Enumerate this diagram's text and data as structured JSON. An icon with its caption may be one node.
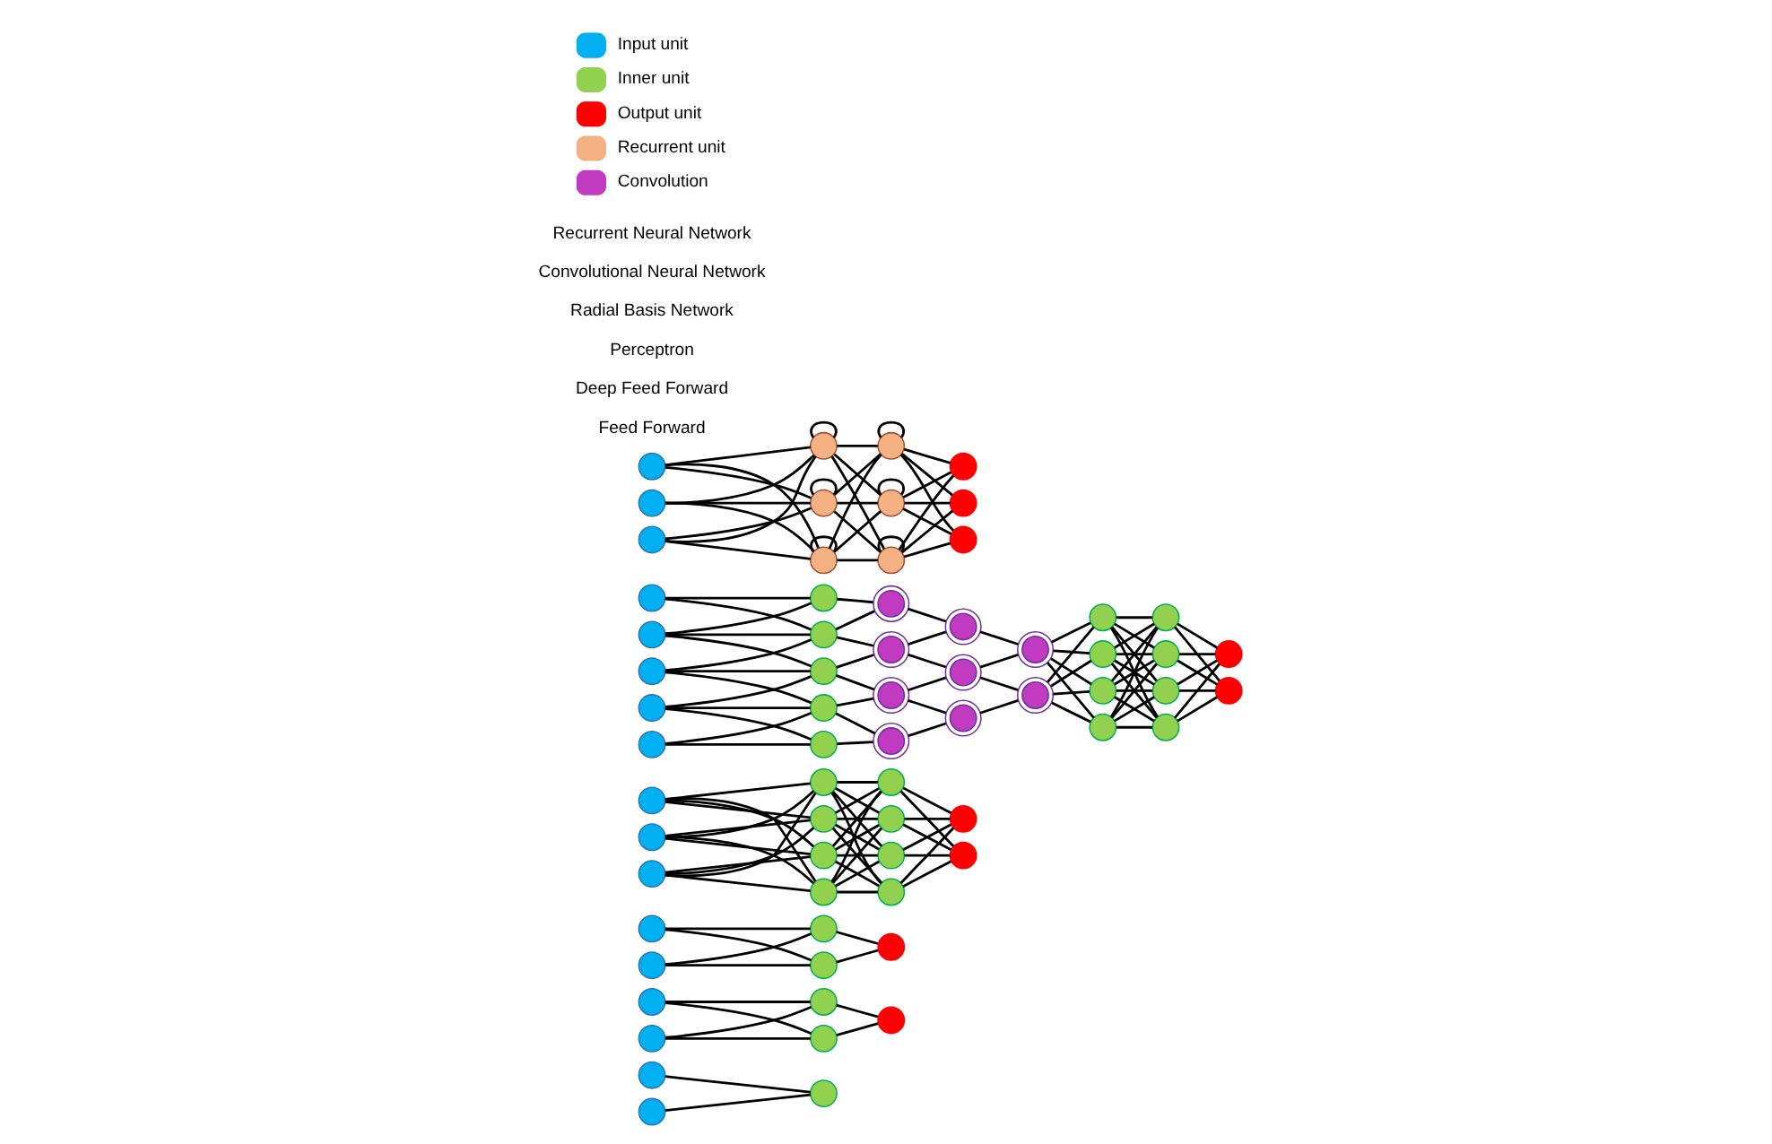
{
  "diagram": {
    "nodes": [
      {
        "text": [],
        "shape": "circle"
      },
      {
        "text": [],
        "shape": "circle"
      },
      {
        "text": [],
        "shape": "circle"
      },
      {
        "text": [],
        "shape": "circle"
      },
      {
        "text": [],
        "shape": "circle"
      },
      {
        "text": [],
        "shape": "circle"
      },
      {
        "text": [],
        "shape": "circle"
      },
      {
        "text": [],
        "shape": "circle"
      },
      {
        "text": [],
        "shape": "circle"
      },
      {
        "text": [],
        "shape": "circle"
      },
      {
        "text": [],
        "shape": "circle"
      },
      {
        "text": [],
        "shape": "circle"
      },
      {
        "text": [],
        "shape": "circle"
      },
      {
        "text": [],
        "shape": "circle"
      },
      {
        "text": [],
        "shape": "circle"
      },
      {
        "text": [],
        "shape": "circle"
      },
      {
        "text": [],
        "shape": "circle"
      },
      {
        "text": [],
        "shape": "circle"
      },
      {
        "text": [],
        "shape": "circle"
      },
      {
        "text": [],
        "shape": "circle"
      },
      {
        "text": [],
        "shape": "circle"
      },
      {
        "text": [],
        "shape": "circle"
      },
      {
        "text": [],
        "shape": "circle"
      },
      {
        "text": [],
        "shape": "circle"
      },
      {
        "text": [],
        "shape": "circle"
      },
      {
        "text": [],
        "shape": "circle"
      },
      {
        "text": [],
        "shape": "circle"
      },
      {
        "text": [],
        "shape": "circle"
      },
      {
        "text": [],
        "shape": "circle"
      },
      {
        "text": [],
        "shape": "circle"
      },
      {
        "text": [],
        "shape": "circle"
      },
      {
        "text": [],
        "shape": "circle"
      },
      {
        "text": [],
        "shape": "circle"
      },
      {
        "text": [],
        "shape": "circle"
      },
      {
        "text": [],
        "shape": "circle"
      },
      {
        "text": [],
        "shape": "circle"
      },
      {
        "text": [],
        "shape": "circle"
      },
      {
        "text": [],
        "shape": "circle"
      },
      {
        "text": [],
        "shape": "circle"
      },
      {
        "text": [],
        "shape": "circle"
      },
      {
        "text": [],
        "shape": "circle"
      },
      {
        "text": [],
        "shape": "circle"
      },
      {
        "text": [],
        "shape": "circle"
      },
      {
        "text": [],
        "shape": "circle"
      },
      {
        "text": [],
        "shape": "circle"
      },
      {
        "text": [],
        "shape": "circle"
      },
      {
        "text": [],
        "shape": "circle"
      },
      {
        "text": [],
        "shape": "circle"
      },
      {
        "text": [],
        "shape": "circle"
      },
      {
        "text": [],
        "shape": "circle"
      },
      {
        "text": [],
        "shape": "circle"
      },
      {
        "text": [],
        "shape": "circle"
      },
      {
        "text": [],
        "shape": "circle"
      },
      {
        "text": [],
        "shape": "circle"
      },
      {
        "text": [],
        "shape": "circle"
      },
      {
        "text": [],
        "shape": "circle"
      },
      {
        "text": [],
        "shape": "circle"
      },
      {
        "text": [],
        "shape": "circle"
      },
      {
        "text": [],
        "shape": "circle"
      },
      {
        "text": [],
        "shape": "circle"
      },
      {
        "text": [],
        "shape": "circle"
      },
      {
        "text": [],
        "shape": "circle"
      },
      {
        "text": [],
        "shape": "circle"
      },
      {
        "text": [],
        "shape": "circle"
      },
      {
        "text": [],
        "shape": "circle"
      },
      {
        "text": [],
        "shape": "circle"
      },
      {
        "text": [],
        "shape": "circle"
      }
    ],
    "edges": [
      {
        "from": 0,
        "to": 2,
        "arrow": "none"
      },
      {
        "from": 1,
        "to": 2,
        "arrow": "none"
      },
      {
        "from": 3,
        "to": 5,
        "arrow": "none"
      },
      {
        "from": 3,
        "to": 6,
        "arrow": "none"
      },
      {
        "from": 4,
        "to": 5,
        "arrow": "none"
      },
      {
        "from": 4,
        "to": 6,
        "arrow": "none"
      },
      {
        "from": 5,
        "to": 7,
        "arrow": "none"
      },
      {
        "from": 6,
        "to": 7,
        "arrow": "none"
      },
      {
        "from": 8,
        "to": 10,
        "arrow": "none"
      },
      {
        "from": 8,
        "to": 11,
        "arrow": "none"
      },
      {
        "from": 9,
        "to": 10,
        "arrow": "none"
      },
      {
        "from": 9,
        "to": 11,
        "arrow": "none"
      },
      {
        "from": 10,
        "to": 12,
        "arrow": "none"
      },
      {
        "from": 11,
        "to": 12,
        "arrow": "none"
      },
      {
        "from": 13,
        "to": 16,
        "arrow": "none"
      },
      {
        "from": 13,
        "to": 17,
        "arrow": "none"
      },
      {
        "from": 13,
        "to": 18,
        "arrow": "none"
      },
      {
        "from": 13,
        "to": 19,
        "arrow": "none"
      },
      {
        "from": 14,
        "to": 16,
        "arrow": "none"
      },
      {
        "from": 14,
        "to": 17,
        "arrow": "none"
      },
      {
        "from": 14,
        "to": 18,
        "arrow": "none"
      },
      {
        "from": 14,
        "to": 19,
        "arrow": "none"
      },
      {
        "from": 15,
        "to": 16,
        "arrow": "none"
      },
      {
        "from": 15,
        "to": 17,
        "arrow": "none"
      },
      {
        "from": 15,
        "to": 18,
        "arrow": "none"
      },
      {
        "from": 15,
        "to": 19,
        "arrow": "none"
      },
      {
        "from": 16,
        "to": 20,
        "arrow": "none"
      },
      {
        "from": 16,
        "to": 21,
        "arrow": "none"
      },
      {
        "from": 16,
        "to": 22,
        "arrow": "none"
      },
      {
        "from": 16,
        "to": 23,
        "arrow": "none"
      },
      {
        "from": 17,
        "to": 20,
        "arrow": "none"
      },
      {
        "from": 17,
        "to": 21,
        "arrow": "none"
      },
      {
        "from": 17,
        "to": 22,
        "arrow": "none"
      },
      {
        "from": 17,
        "to": 23,
        "arrow": "none"
      },
      {
        "from": 18,
        "to": 20,
        "arrow": "none"
      },
      {
        "from": 18,
        "to": 21,
        "arrow": "none"
      },
      {
        "from": 18,
        "to": 22,
        "arrow": "none"
      },
      {
        "from": 18,
        "to": 23,
        "arrow": "none"
      },
      {
        "from": 19,
        "to": 20,
        "arrow": "none"
      },
      {
        "from": 19,
        "to": 21,
        "arrow": "none"
      },
      {
        "from": 19,
        "to": 22,
        "arrow": "none"
      },
      {
        "from": 19,
        "to": 23,
        "arrow": "none"
      },
      {
        "from": 20,
        "to": 24,
        "arrow": "none"
      },
      {
        "from": 20,
        "to": 25,
        "arrow": "none"
      },
      {
        "from": 21,
        "to": 24,
        "arrow": "none"
      },
      {
        "from": 21,
        "to": 25,
        "arrow": "none"
      },
      {
        "from": 22,
        "to": 24,
        "arrow": "none"
      },
      {
        "from": 22,
        "to": 25,
        "arrow": "none"
      },
      {
        "from": 23,
        "to": 24,
        "arrow": "none"
      },
      {
        "from": 23,
        "to": 25,
        "arrow": "none"
      },
      {
        "from": 26,
        "to": 31,
        "arrow": "none"
      },
      {
        "from": 26,
        "to": 32,
        "arrow": "none"
      },
      {
        "from": 27,
        "to": 31,
        "arrow": "none"
      },
      {
        "from": 27,
        "to": 32,
        "arrow": "none"
      },
      {
        "from": 27,
        "to": 33,
        "arrow": "none"
      },
      {
        "from": 28,
        "to": 32,
        "arrow": "none"
      },
      {
        "from": 28,
        "to": 33,
        "arrow": "none"
      },
      {
        "from": 28,
        "to": 34,
        "arrow": "none"
      },
      {
        "from": 29,
        "to": 33,
        "arrow": "none"
      },
      {
        "from": 29,
        "to": 34,
        "arrow": "none"
      },
      {
        "from": 29,
        "to": 35,
        "arrow": "none"
      },
      {
        "from": 30,
        "to": 34,
        "arrow": "none"
      },
      {
        "from": 30,
        "to": 35,
        "arrow": "none"
      },
      {
        "from": 31,
        "to": 36,
        "arrow": "none"
      },
      {
        "from": 32,
        "to": 36,
        "arrow": "none"
      },
      {
        "from": 32,
        "to": 37,
        "arrow": "none"
      },
      {
        "from": 33,
        "to": 37,
        "arrow": "none"
      },
      {
        "from": 33,
        "to": 38,
        "arrow": "none"
      },
      {
        "from": 34,
        "to": 38,
        "arrow": "none"
      },
      {
        "from": 34,
        "to": 39,
        "arrow": "none"
      },
      {
        "from": 35,
        "to": 39,
        "arrow": "none"
      },
      {
        "from": 36,
        "to": 40,
        "arrow": "none"
      },
      {
        "from": 37,
        "to": 40,
        "arrow": "none"
      },
      {
        "from": 37,
        "to": 41,
        "arrow": "none"
      },
      {
        "from": 38,
        "to": 41,
        "arrow": "none"
      },
      {
        "from": 38,
        "to": 42,
        "arrow": "none"
      },
      {
        "from": 39,
        "to": 42,
        "arrow": "none"
      },
      {
        "from": 40,
        "to": 43,
        "arrow": "none"
      },
      {
        "from": 41,
        "to": 43,
        "arrow": "none"
      },
      {
        "from": 41,
        "to": 44,
        "arrow": "none"
      },
      {
        "from": 42,
        "to": 44,
        "arrow": "none"
      },
      {
        "from": 43,
        "to": 45,
        "arrow": "none"
      },
      {
        "from": 43,
        "to": 46,
        "arrow": "none"
      },
      {
        "from": 43,
        "to": 47,
        "arrow": "none"
      },
      {
        "from": 43,
        "to": 48,
        "arrow": "none"
      },
      {
        "from": 44,
        "to": 45,
        "arrow": "none"
      },
      {
        "from": 44,
        "to": 46,
        "arrow": "none"
      },
      {
        "from": 44,
        "to": 47,
        "arrow": "none"
      },
      {
        "from": 44,
        "to": 48,
        "arrow": "none"
      },
      {
        "from": 45,
        "to": 49,
        "arrow": "none"
      },
      {
        "from": 45,
        "to": 50,
        "arrow": "none"
      },
      {
        "from": 45,
        "to": 51,
        "arrow": "none"
      },
      {
        "from": 45,
        "to": 52,
        "arrow": "none"
      },
      {
        "from": 46,
        "to": 49,
        "arrow": "none"
      },
      {
        "from": 46,
        "to": 50,
        "arrow": "none"
      },
      {
        "from": 46,
        "to": 51,
        "arrow": "none"
      },
      {
        "from": 46,
        "to": 52,
        "arrow": "none"
      },
      {
        "from": 47,
        "to": 49,
        "arrow": "none"
      },
      {
        "from": 47,
        "to": 50,
        "arrow": "none"
      },
      {
        "from": 47,
        "to": 51,
        "arrow": "none"
      },
      {
        "from": 47,
        "to": 52,
        "arrow": "none"
      },
      {
        "from": 48,
        "to": 49,
        "arrow": "none"
      },
      {
        "from": 48,
        "to": 50,
        "arrow": "none"
      },
      {
        "from": 48,
        "to": 51,
        "arrow": "none"
      },
      {
        "from": 48,
        "to": 52,
        "arrow": "none"
      },
      {
        "from": 49,
        "to": 53,
        "arrow": "none"
      },
      {
        "from": 49,
        "to": 54,
        "arrow": "none"
      },
      {
        "from": 50,
        "to": 53,
        "arrow": "none"
      },
      {
        "from": 50,
        "to": 54,
        "arrow": "none"
      },
      {
        "from": 51,
        "to": 53,
        "arrow": "none"
      },
      {
        "from": 51,
        "to": 54,
        "arrow": "none"
      },
      {
        "from": 52,
        "to": 53,
        "arrow": "none"
      },
      {
        "from": 52,
        "to": 54,
        "arrow": "none"
      },
      {
        "from": 55,
        "to": 58,
        "arrow": "none"
      },
      {
        "from": 55,
        "to": 59,
        "arrow": "none"
      },
      {
        "from": 55,
        "to": 60,
        "arrow": "none"
      },
      {
        "from": 56,
        "to": 58,
        "arrow": "none"
      },
      {
        "from": 56,
        "to": 59,
        "arrow": "none"
      },
      {
        "from": 56,
        "to": 60,
        "arrow": "none"
      },
      {
        "from": 57,
        "to": 58,
        "arrow": "none"
      },
      {
        "from": 57,
        "to": 59,
        "arrow": "none"
      },
      {
        "from": 57,
        "to": 60,
        "arrow": "none"
      },
      {
        "from": 58,
        "to": 58,
        "arrow": "none"
      },
      {
        "from": 59,
        "to": 59,
        "arrow": "none"
      },
      {
        "from": 60,
        "to": 60,
        "arrow": "none"
      },
      {
        "from": 58,
        "to": 61,
        "arrow": "none"
      },
      {
        "from": 58,
        "to": 62,
        "arrow": "none"
      },
      {
        "from": 58,
        "to": 63,
        "arrow": "none"
      },
      {
        "from": 59,
        "to": 61,
        "arrow": "none"
      },
      {
        "from": 59,
        "to": 62,
        "arrow": "none"
      },
      {
        "from": 59,
        "to": 63,
        "arrow": "none"
      },
      {
        "from": 60,
        "to": 61,
        "arrow": "none"
      },
      {
        "from": 60,
        "to": 62,
        "arrow": "none"
      },
      {
        "from": 60,
        "to": 63,
        "arrow": "none"
      },
      {
        "from": 61,
        "to": 61,
        "arrow": "none"
      },
      {
        "from": 62,
        "to": 62,
        "arrow": "none"
      },
      {
        "from": 63,
        "to": 63,
        "arrow": "none"
      },
      {
        "from": 61,
        "to": 64,
        "arrow": "none"
      },
      {
        "from": 61,
        "to": 65,
        "arrow": "none"
      },
      {
        "from": 61,
        "to": 66,
        "arrow": "none"
      },
      {
        "from": 62,
        "to": 64,
        "arrow": "none"
      },
      {
        "from": 62,
        "to": 65,
        "arrow": "none"
      },
      {
        "from": 62,
        "to": 66,
        "arrow": "none"
      },
      {
        "from": 63,
        "to": 64,
        "arrow": "none"
      },
      {
        "from": 63,
        "to": 65,
        "arrow": "none"
      },
      {
        "from": 63,
        "to": 66,
        "arrow": "none"
      }
    ],
    "labels": [
      "Feed Forward",
      "Deep Feed Forward",
      "Perceptron",
      "Radial Basis Network",
      "Convolutional Neural Network",
      "Recurrent Neural Network"
    ],
    "legend": [
      {
        "text": "Input unit",
        "color": "#00b0f0"
      },
      {
        "text": "Inner unit",
        "color": "#92d050"
      },
      {
        "text": "Output unit",
        "color": "#ff0000"
      },
      {
        "text": "Recurrent unit",
        "color": "#f4b183"
      },
      {
        "text": "Convolution",
        "color": "#c03bc0"
      }
    ]
  }
}
